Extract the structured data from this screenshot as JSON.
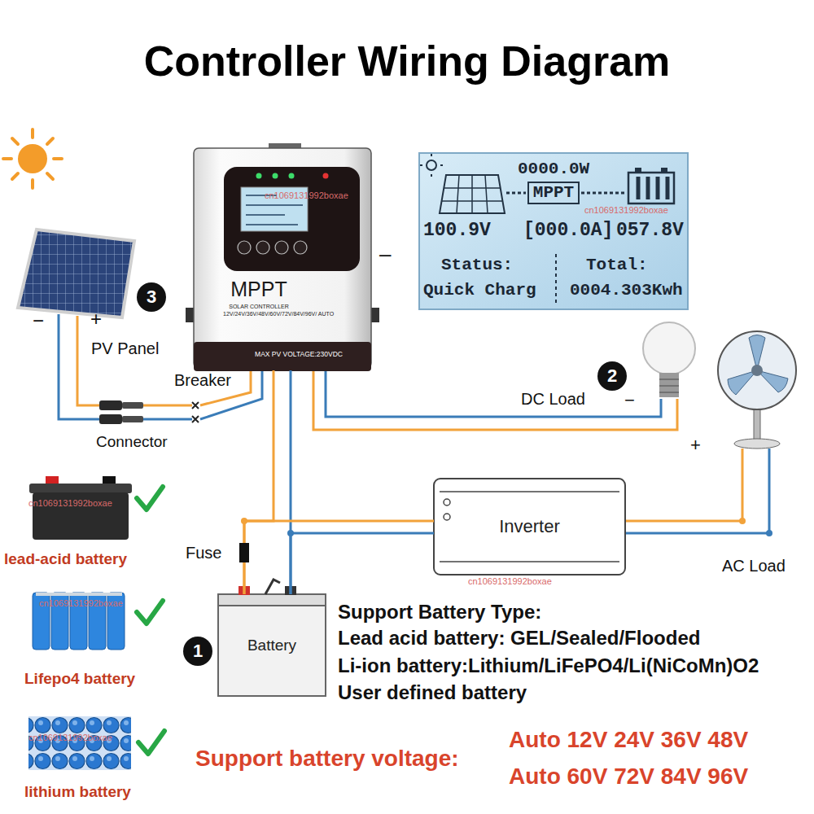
{
  "diagram": {
    "title": "Controller Wiring Diagram",
    "nodes": [
      {
        "text": [
          "MPPT",
          "SOLAR CONTROLLER",
          "12V/24V/36V/48V/60V/72V/84V/96V/ AUTO",
          "MAX PV VOLTAGE:230VDC"
        ]
      },
      {
        "text": [
          "0000.0W",
          "100.9V",
          "[000.0A]",
          "057.8V",
          "Status:",
          "Quick Charg",
          "Total:",
          "0004.303Kwh"
        ]
      },
      {
        "text": [
          "MPPT"
        ],
        "in": 1
      },
      {
        "text": [
          "Inverter"
        ]
      },
      {
        "text": [
          "Battery"
        ]
      }
    ],
    "edges": [
      {
        "from": 0,
        "to": 4,
        "arrow": "none"
      },
      {
        "from": 4,
        "to": 3,
        "arrow": "none"
      }
    ],
    "labels": [
      "3",
      "−",
      "+",
      "PV Panel",
      "Breaker",
      "Connector",
      "–",
      "2",
      "DC Load",
      "−",
      "+",
      "Fuse",
      "1",
      "AC Load",
      "lead-acid battery",
      "Lifepo4 battery",
      "lithium battery",
      "Support Battery Type:",
      "Lead acid battery: GEL/Sealed/Flooded",
      "Li-ion battery:Lithium/LiFePO4/Li(NiCoMn)O2",
      "User defined battery",
      "Support battery voltage:",
      "Auto 12V 24V 36V 48V",
      "Auto 60V 72V 84V 96V",
      "cn1069131992boxae",
      "cn1069131992boxae",
      "cn1069131992boxae",
      "cn1069131992boxae",
      "cn1069131992boxae",
      "cn1069131992boxae"
    ]
  }
}
